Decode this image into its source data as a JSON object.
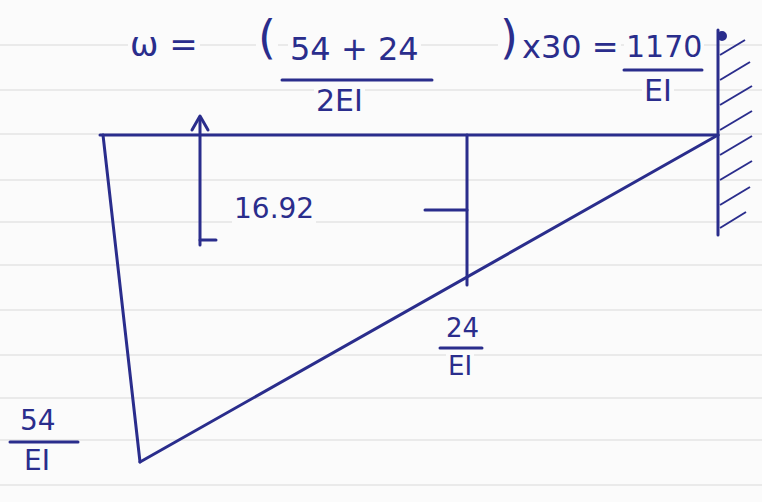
{
  "diagram": {
    "labels": [
      "ω =",
      "(",
      "54 + 24",
      "2EI",
      ")",
      "x30 =",
      "1170",
      "EI",
      "16.92",
      "24",
      "EI",
      "54",
      "EI"
    ]
  }
}
